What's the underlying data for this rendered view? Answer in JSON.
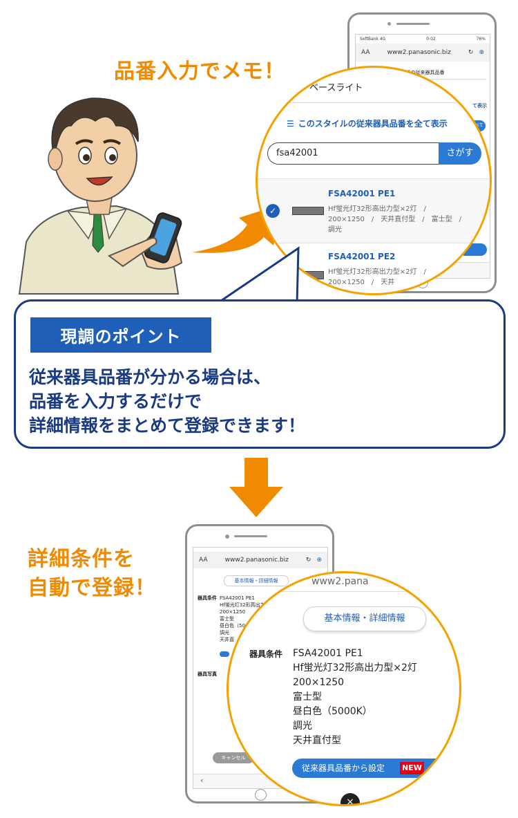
{
  "top": {
    "title": "品番入力でメモ！",
    "phone": {
      "status_carrier": "SoftBank 4G",
      "status_time": "0:02",
      "status_battery": "76%",
      "url_aa": "AA",
      "url": "www2.panasonic.biz",
      "header_label": "既設の従来器具品番",
      "small_link": "て表示",
      "small_btn": "すべて"
    },
    "zoom": {
      "crumb": "ベースライト",
      "show_all": "このスタイルの従来器具品番を全て表示",
      "search_value": "fsa42001",
      "search_button": "さがす",
      "results": [
        {
          "code": "FSA42001 PE1",
          "desc": "Hf蛍光灯32形高出力型×2灯　/　200×1250　/　天井直付型　/　富士型　/　調光",
          "checked": true
        },
        {
          "code": "FSA42001 PE2",
          "desc": "Hf蛍光灯32形高出力型×2灯　/　200×1250　/　天井",
          "checked": false
        }
      ]
    }
  },
  "callout": {
    "tag": "現調のポイント",
    "lines": [
      "従来器具品番が分かる場合は、",
      "品番を入力するだけで",
      "詳細情報をまとめて登録できます！"
    ]
  },
  "bottom": {
    "title_lines": [
      "詳細条件を",
      "自動で登録！"
    ],
    "phone": {
      "url_aa": "AA",
      "url": "www2.panasonic.biz",
      "tab_label": "基本情報・詳細情報",
      "cond_label": "器具条件",
      "photo_label": "器具写真",
      "mini_lines": [
        "FSA42001 PE1",
        "Hf蛍光灯32形高出力",
        "200×1250",
        "富士型",
        "昼白色（50",
        "調光",
        "天井直"
      ],
      "cancel": "キャンセル"
    },
    "zoom": {
      "url_fragment": "www2.pana",
      "tab_label": "基本情報・詳細情報",
      "cond_label": "器具条件",
      "lines": [
        "FSA42001 PE1",
        "Hf蛍光灯32形高出力型×2灯",
        "200×1250",
        "富士型",
        "昼白色（5000K）",
        "調光",
        "天井直付型"
      ],
      "set_button": "従来器具品番から設定",
      "new_badge": "NEW"
    }
  },
  "colors": {
    "orange": "#f08a00",
    "navy": "#1a3a82",
    "blue": "#1f5fb8",
    "zoom_border": "#f5a200"
  }
}
